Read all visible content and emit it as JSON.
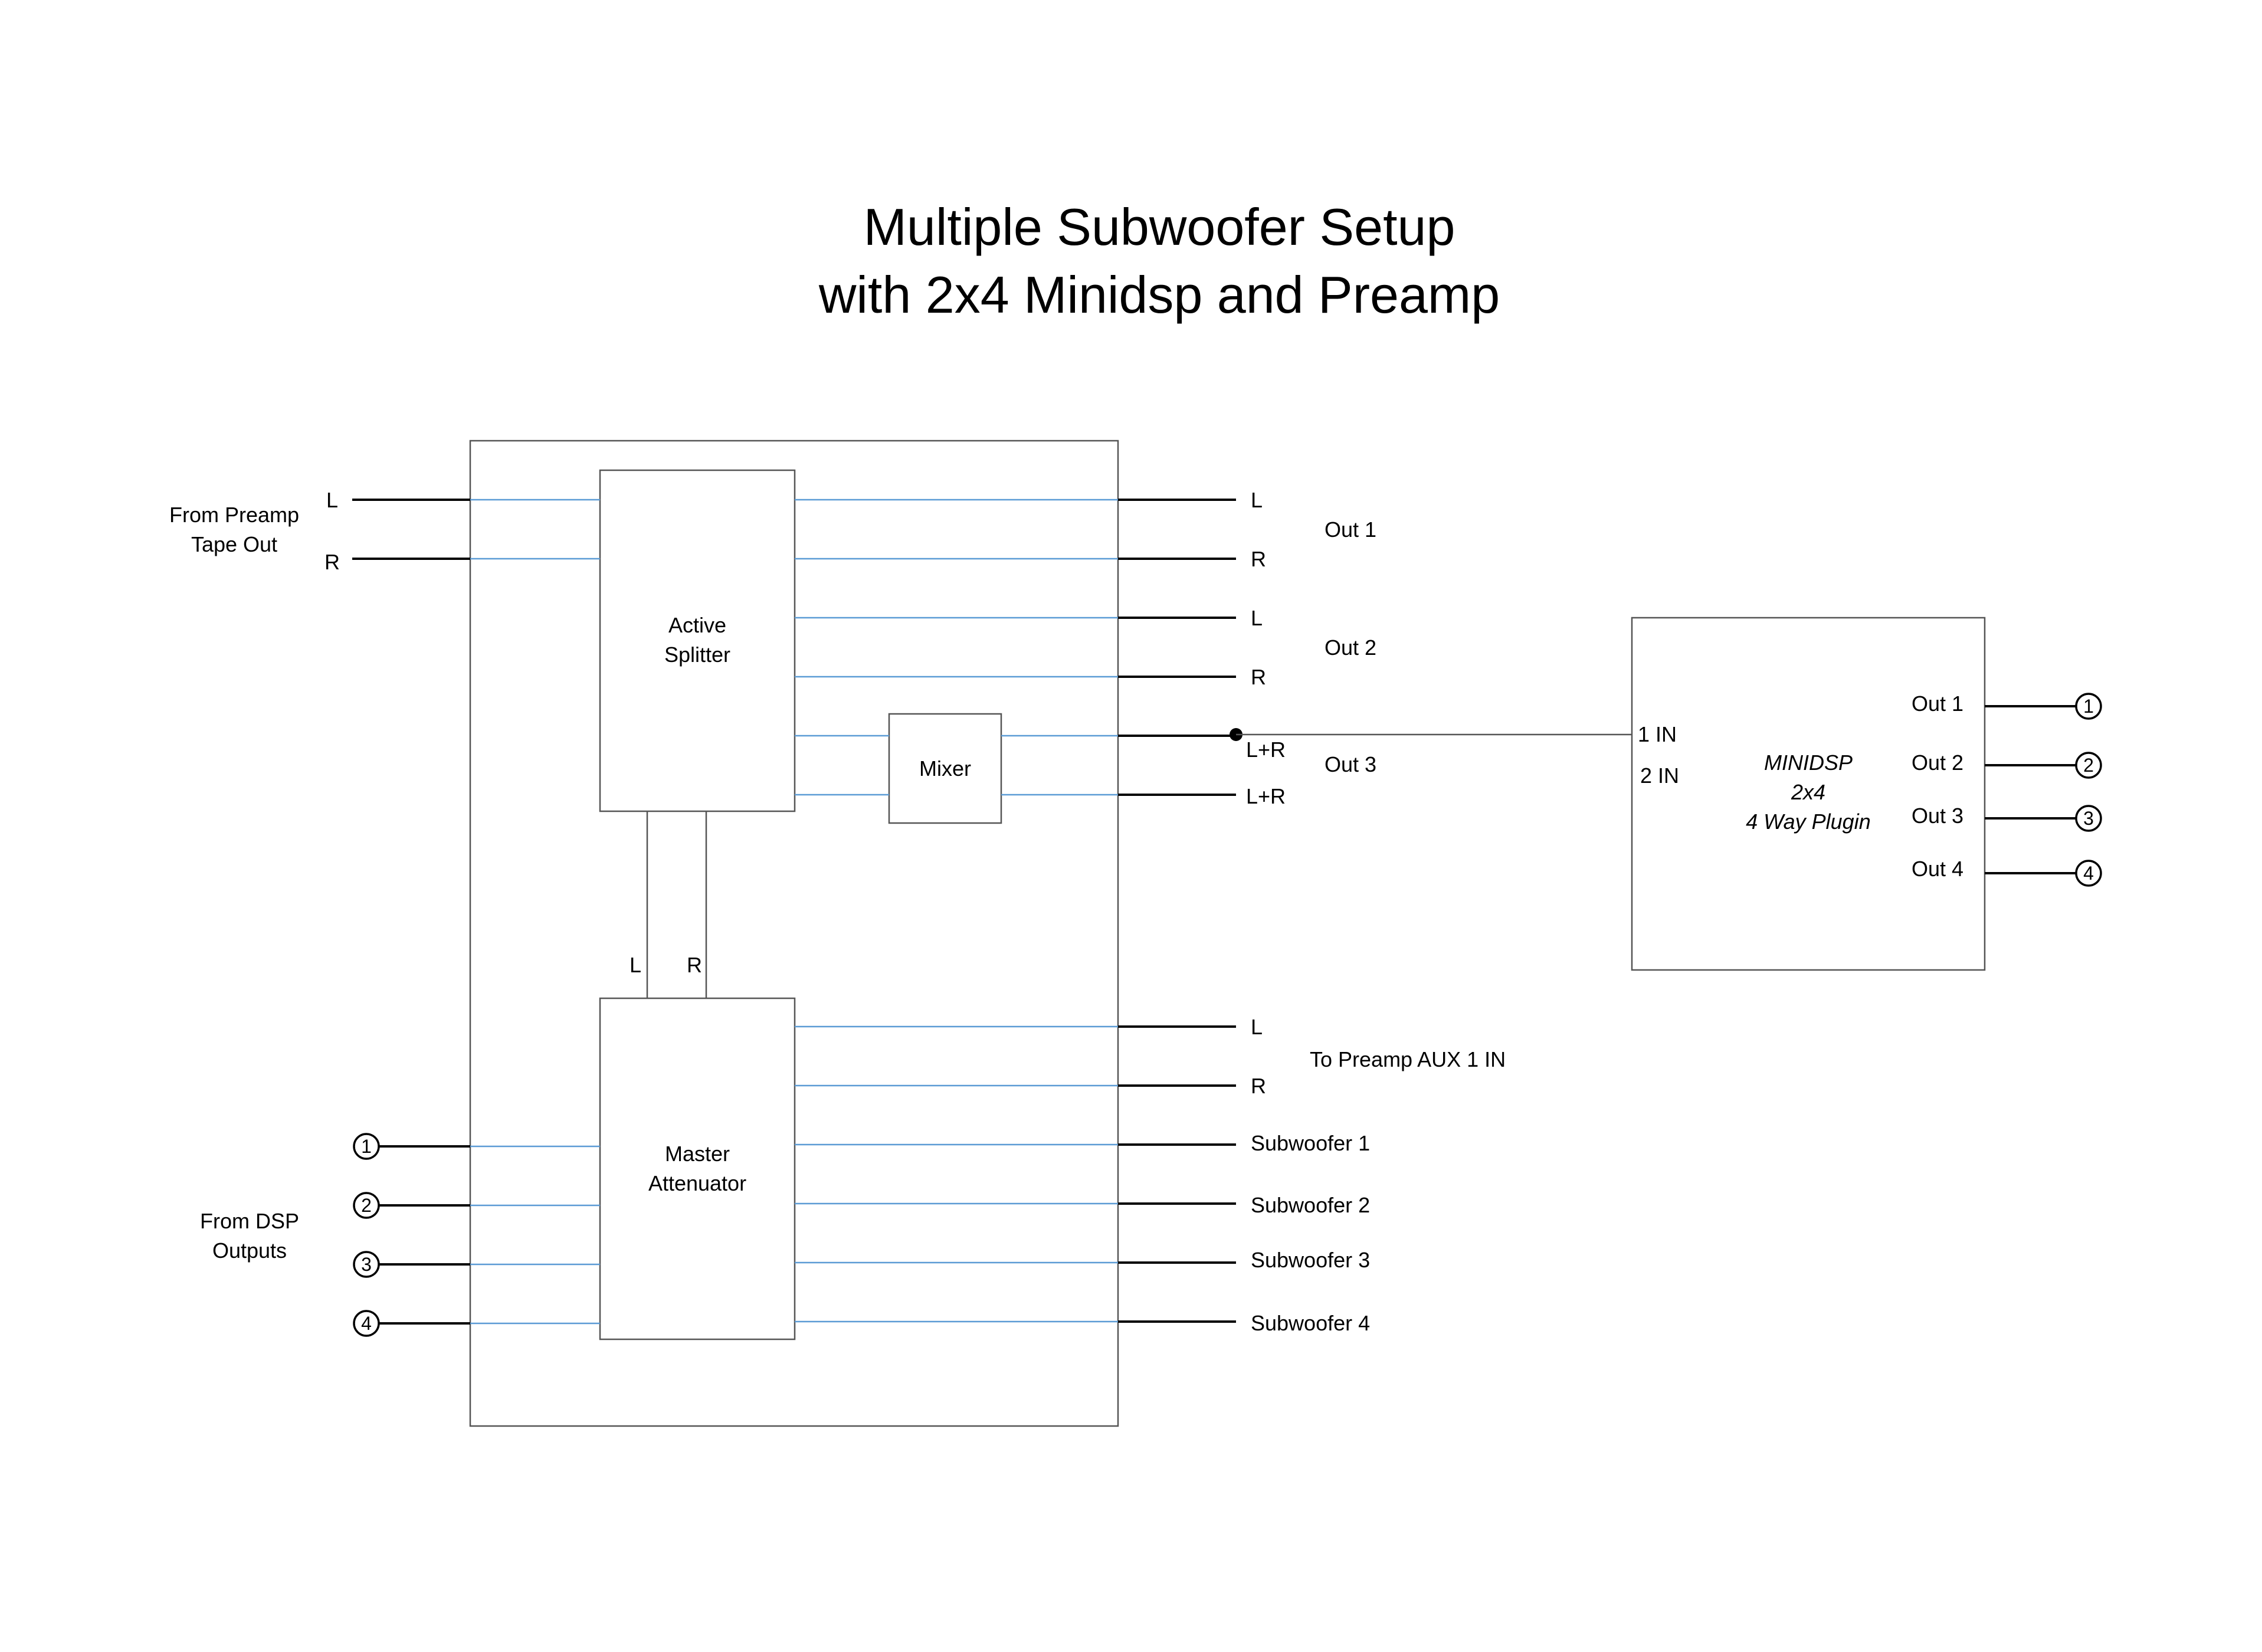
{
  "title": {
    "line1": "Multiple Subwoofer Setup",
    "line2": "with 2x4 Minidsp and Preamp"
  },
  "blocks": {
    "splitter_line1": "Active",
    "splitter_line2": "Splitter",
    "mixer": "Mixer",
    "attenuator_line1": "Master",
    "attenuator_line2": "Attenuator",
    "minidsp_line1": "MINIDSP",
    "minidsp_line2": "2x4",
    "minidsp_line3": "4 Way Plugin"
  },
  "inputs": {
    "preamp_line1": "From Preamp",
    "preamp_line2": "Tape Out",
    "preamp_L": "L",
    "preamp_R": "R",
    "dsp_line1": "From DSP",
    "dsp_line2": "Outputs",
    "dsp_ports": [
      "1",
      "2",
      "3",
      "4"
    ]
  },
  "internal": {
    "link_L": "L",
    "link_R": "R"
  },
  "outputs": {
    "out1_L": "L",
    "out1_R": "R",
    "out1": "Out 1",
    "out2_L": "L",
    "out2_R": "R",
    "out2": "Out 2",
    "out3_a": "L+R",
    "out3_b": "L+R",
    "out3": "Out 3",
    "aux_L": "L",
    "aux_R": "R",
    "aux": "To Preamp AUX 1 IN",
    "subwoofers": [
      "Subwoofer 1",
      "Subwoofer 2",
      "Subwoofer 3",
      "Subwoofer 4"
    ]
  },
  "minidsp": {
    "in1": "1 IN",
    "in2": "2 IN",
    "outs": [
      "Out 1",
      "Out 2",
      "Out 3",
      "Out 4"
    ],
    "ports": [
      "1",
      "2",
      "3",
      "4"
    ]
  }
}
